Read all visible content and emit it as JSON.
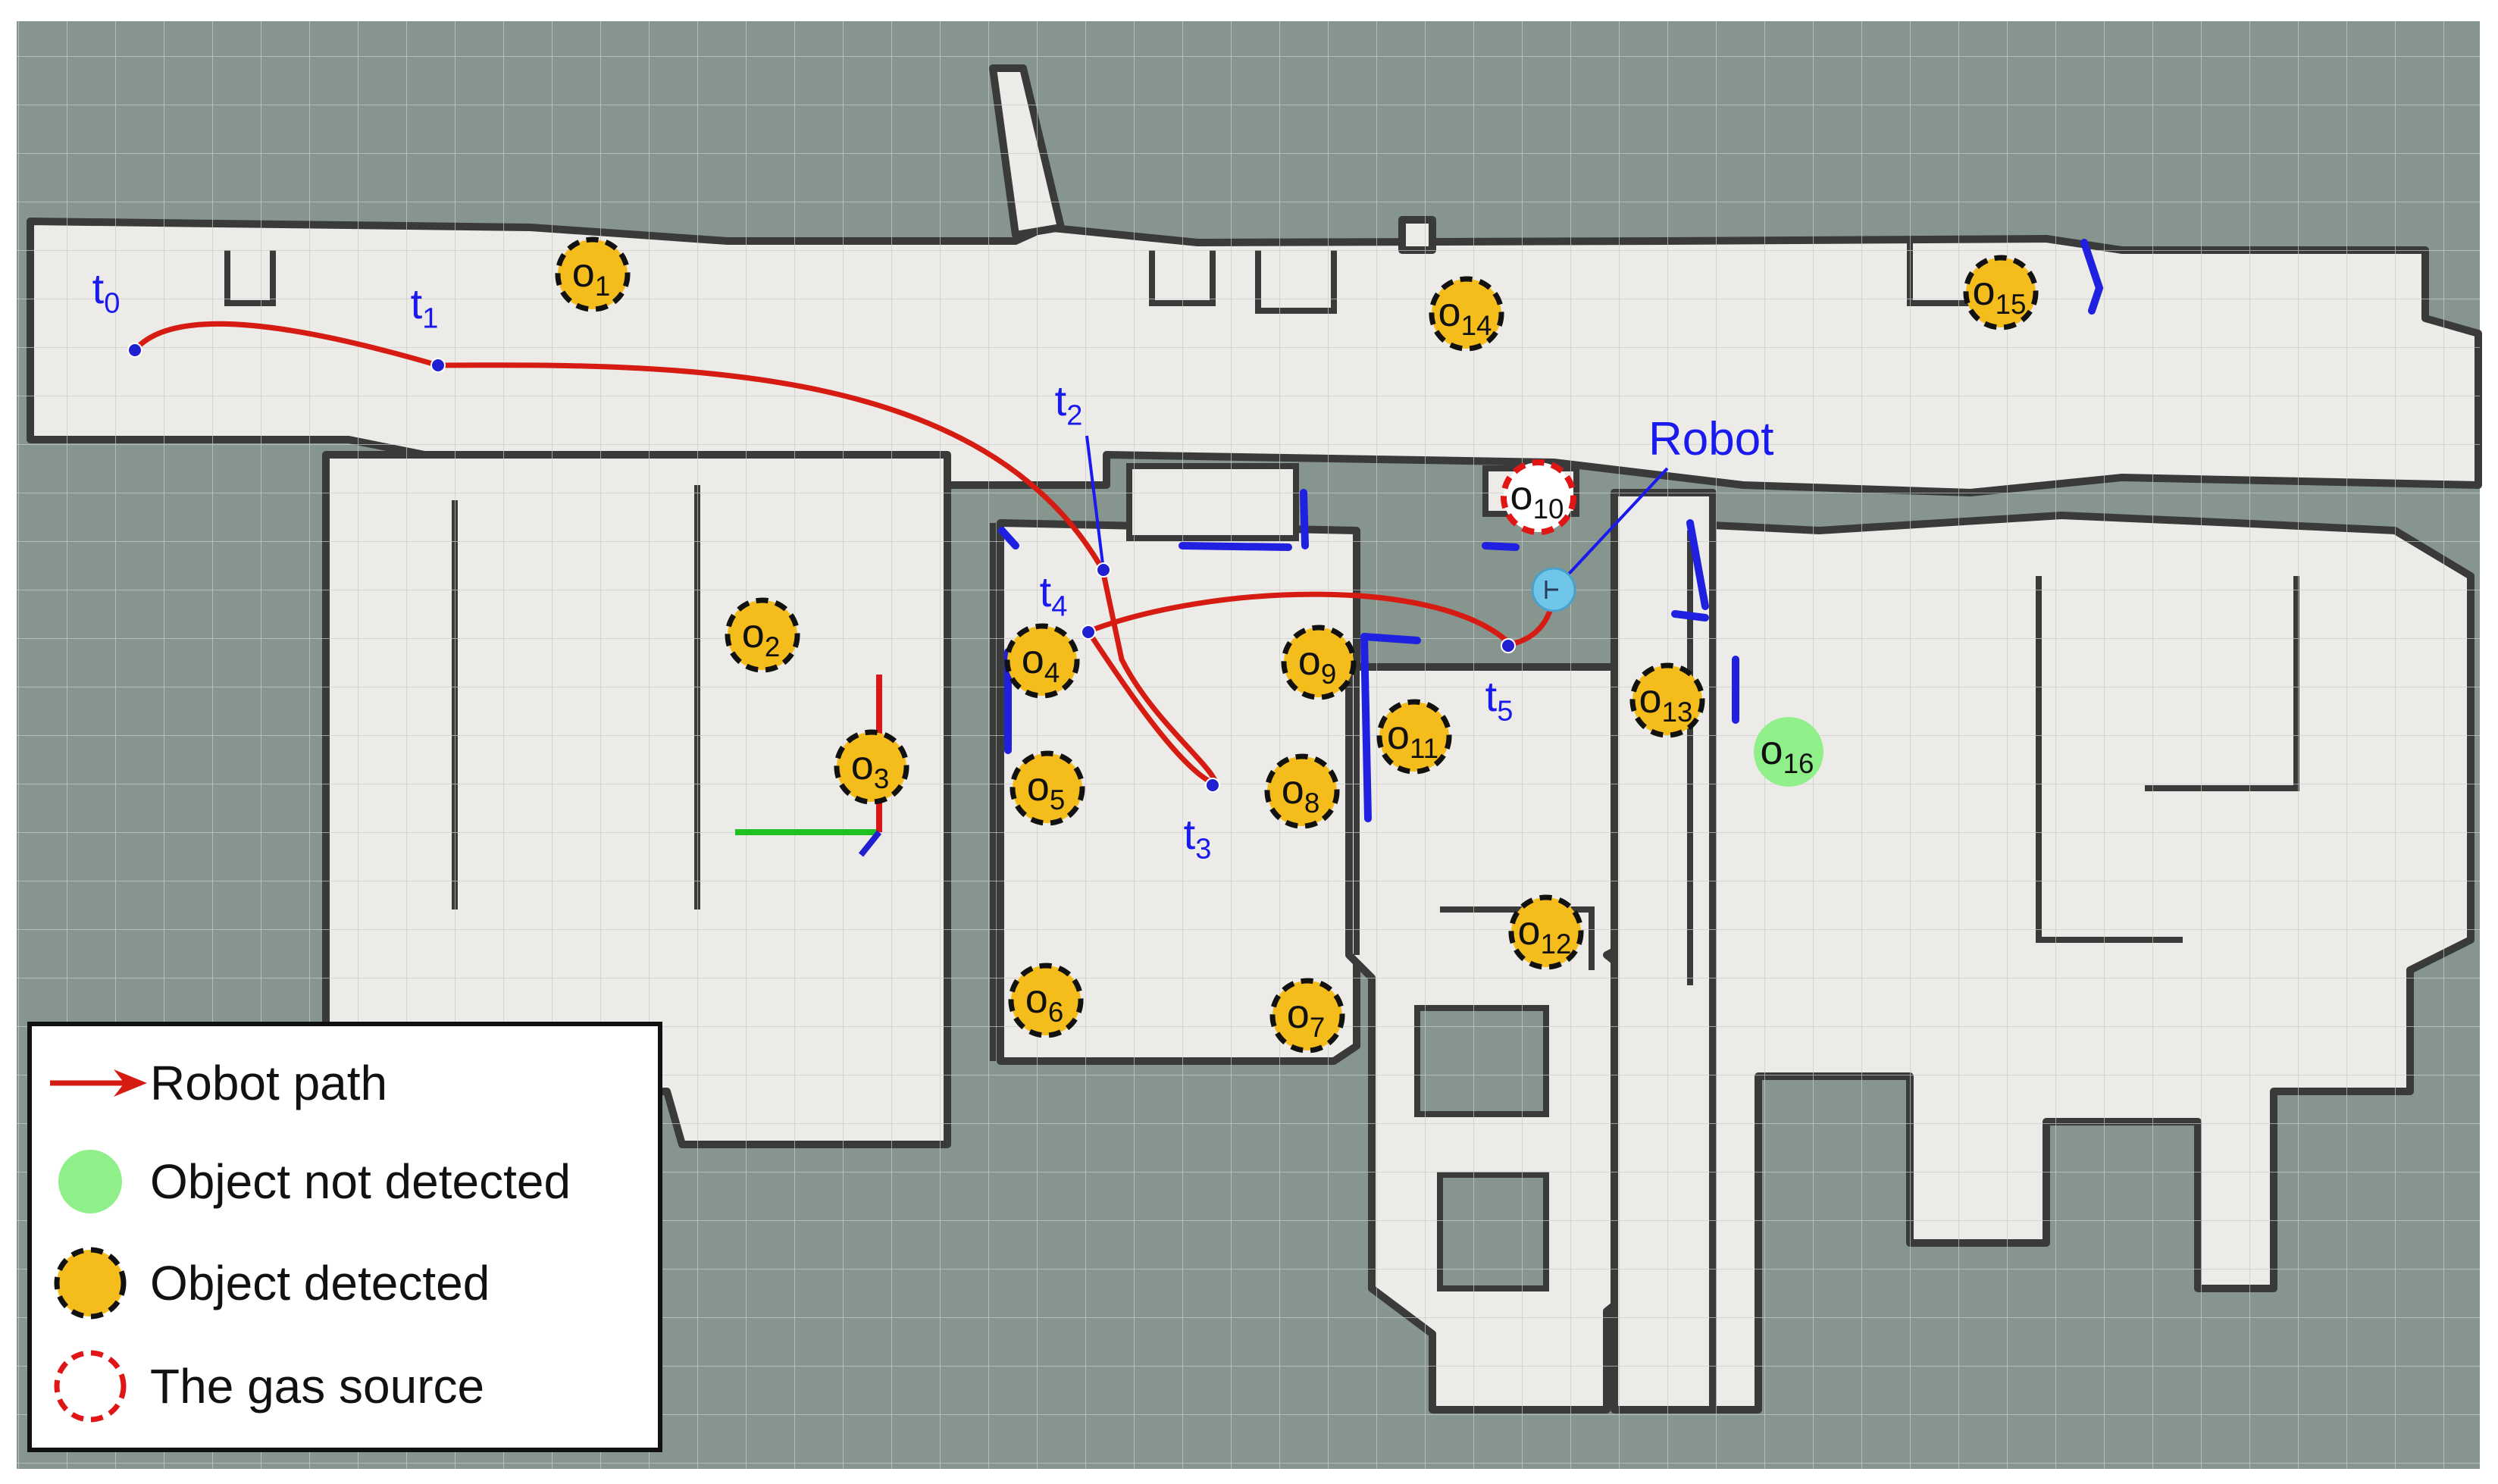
{
  "legend": {
    "robot_path": "Robot path",
    "not_detected": "Object not detected",
    "detected": "Object detected",
    "gas_source": "The gas source"
  },
  "robot_label": "Robot",
  "colors": {
    "map_background": "#86968f",
    "free_space": "#ecebe8",
    "wall": "#3a3a3a",
    "grid": "#c9cbc9",
    "path": "#d61c12",
    "waypoint": "#2020d0",
    "detected_fill": "#f5bd1c",
    "detected_border": "#111111",
    "not_detected_fill": "#8ff08a",
    "gas_source_border": "#e01515",
    "robot": "#6fc6e8",
    "label_blue": "#1a1aee"
  },
  "waypoints": [
    {
      "base": "t",
      "sub": "0"
    },
    {
      "base": "t",
      "sub": "1"
    },
    {
      "base": "t",
      "sub": "2"
    },
    {
      "base": "t",
      "sub": "3"
    },
    {
      "base": "t",
      "sub": "4"
    },
    {
      "base": "t",
      "sub": "5"
    }
  ],
  "objects": [
    {
      "base": "o",
      "sub": "1",
      "status": "detected"
    },
    {
      "base": "o",
      "sub": "2",
      "status": "detected"
    },
    {
      "base": "o",
      "sub": "3",
      "status": "detected"
    },
    {
      "base": "o",
      "sub": "4",
      "status": "detected"
    },
    {
      "base": "o",
      "sub": "5",
      "status": "detected"
    },
    {
      "base": "o",
      "sub": "6",
      "status": "detected"
    },
    {
      "base": "o",
      "sub": "7",
      "status": "detected"
    },
    {
      "base": "o",
      "sub": "8",
      "status": "detected"
    },
    {
      "base": "o",
      "sub": "9",
      "status": "detected"
    },
    {
      "base": "o",
      "sub": "10",
      "status": "gas_source"
    },
    {
      "base": "o",
      "sub": "11",
      "status": "detected"
    },
    {
      "base": "o",
      "sub": "12",
      "status": "detected"
    },
    {
      "base": "o",
      "sub": "13",
      "status": "detected"
    },
    {
      "base": "o",
      "sub": "14",
      "status": "detected"
    },
    {
      "base": "o",
      "sub": "15",
      "status": "detected"
    },
    {
      "base": "o",
      "sub": "16",
      "status": "not_detected"
    }
  ]
}
